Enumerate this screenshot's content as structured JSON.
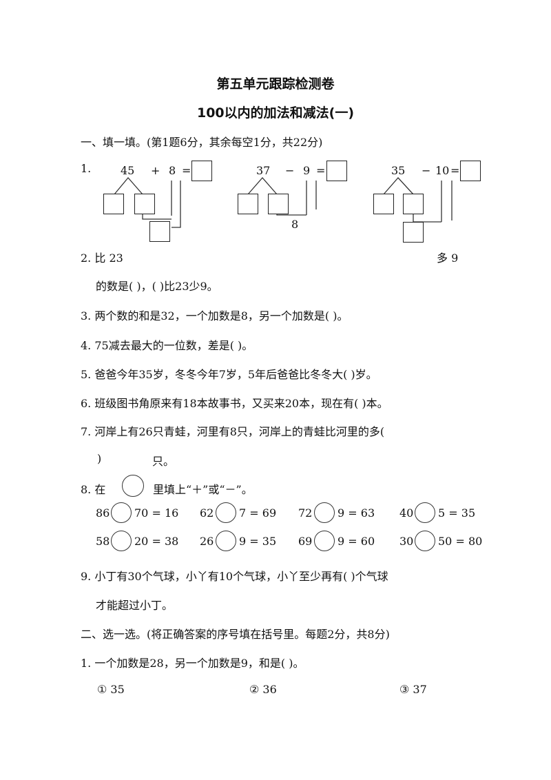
{
  "header": {
    "title": "第五单元跟踪检测卷",
    "subtitle": "100以内的加法和减法(一)"
  },
  "section1": {
    "heading": "一、填一填。(第1题6分，其余每空1分，共22分)",
    "q1": {
      "num": "1.",
      "d1": {
        "a": "45",
        "op": "+",
        "b": "8",
        "eq": "="
      },
      "d2": {
        "a": "37",
        "op": "−",
        "b": "9",
        "eq": "=",
        "below": "8"
      },
      "d3": {
        "a": "35",
        "op": "−",
        "b": "10",
        "eq": "="
      }
    },
    "q2": {
      "line1_left": "2.  比  23",
      "line1_right": "多    9",
      "line2": "的数是(       )，(       )比23少9。"
    },
    "q3": "3. 两个数的和是32，一个加数是8，另一个加数是(       )。",
    "q4": "4. 75减去最大的一位数，差是(       )。",
    "q5": "5. 爸爸今年35岁，冬冬今年7岁，5年后爸爸比冬冬大(       )岁。",
    "q6": "6. 班级图书角原来有18本故事书，又买来20本，现在有(       )本。",
    "q7": {
      "line1": "7. 河岸上有26只青蛙，河里有8只，河岸上的青蛙比河里的多(",
      "line2a": ")",
      "line2b": "只。"
    },
    "q8": {
      "prefix": "8.  在",
      "suffix": "里填上“＋”或“－”。",
      "row1": [
        {
          "a": "86",
          "b": "70 = 16"
        },
        {
          "a": "62",
          "b": "7 = 69"
        },
        {
          "a": "72",
          "b": "9 = 63"
        },
        {
          "a": "40",
          "b": "5 = 35"
        }
      ],
      "row2": [
        {
          "a": "58",
          "b": "20 = 38"
        },
        {
          "a": "26",
          "b": "9 = 35"
        },
        {
          "a": "69",
          "b": "9 = 60"
        },
        {
          "a": "30",
          "b": "50 = 80"
        }
      ]
    },
    "q9": {
      "line1": "9. 小丁有30个气球，小丫有10个气球，小丫至少再有(       )个气球",
      "line2": "才能超过小丁。"
    }
  },
  "section2": {
    "heading": "二、选一选。(将正确答案的序号填在括号里。每题2分，共8分)",
    "q1": {
      "text": "1. 一个加数是28，另一个加数是9，和是(       )。",
      "options": [
        "①  35",
        "②  36",
        "③  37"
      ]
    }
  }
}
